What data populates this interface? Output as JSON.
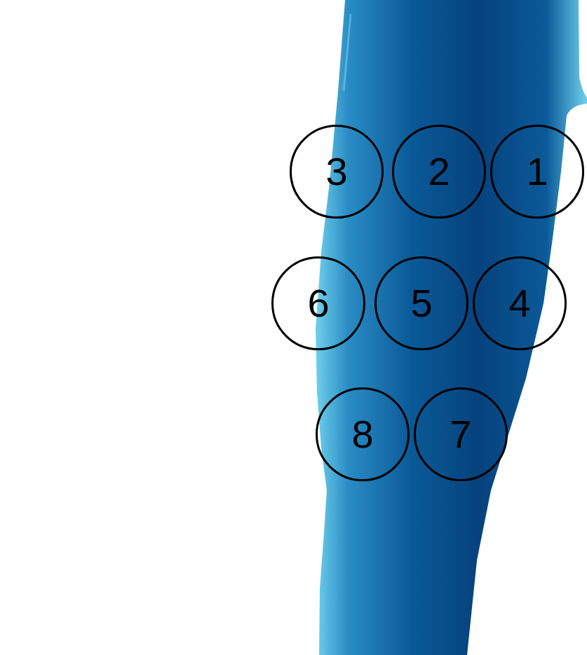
{
  "diagram": {
    "nodes": [
      {
        "text": [
          "3"
        ]
      },
      {
        "text": [
          "2"
        ]
      },
      {
        "text": [
          "1"
        ]
      },
      {
        "text": [
          "6"
        ]
      },
      {
        "text": [
          "5"
        ]
      },
      {
        "text": [
          "4"
        ]
      },
      {
        "text": [
          "8"
        ]
      },
      {
        "text": [
          "7"
        ]
      }
    ]
  }
}
